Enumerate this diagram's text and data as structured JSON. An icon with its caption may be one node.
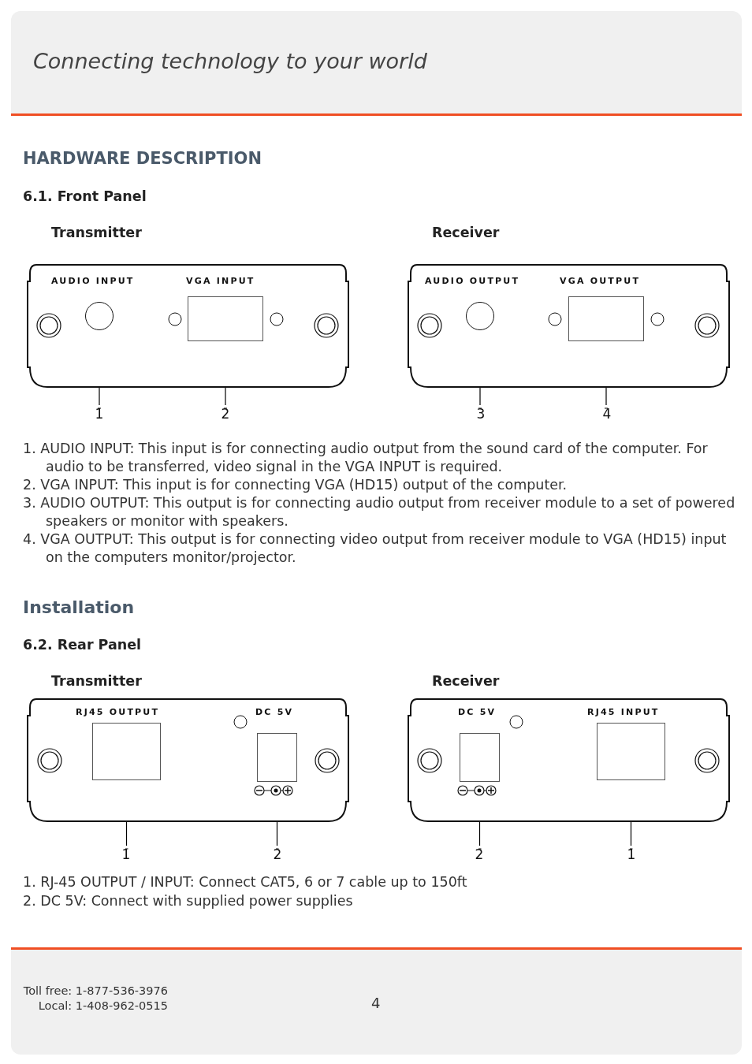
{
  "diagram": {
    "title": "HARDWARE DESCRIPTION",
    "nodes": [
      {
        "text": [
          "AUDIO INPUT",
          "VGA INPUT"
        ]
      },
      {
        "text": [],
        "shape": "circle",
        "in": 0
      },
      {
        "text": [],
        "shape": "box",
        "in": 0
      },
      {
        "text": [
          "AUDIO OUTPUT",
          "VGA OUTPUT"
        ]
      },
      {
        "text": [],
        "shape": "circle",
        "in": 3
      },
      {
        "text": [],
        "shape": "box",
        "in": 3
      },
      {
        "text": [
          "1"
        ]
      },
      {
        "text": [
          "2"
        ]
      },
      {
        "text": [
          "3"
        ]
      },
      {
        "text": [
          "4"
        ]
      },
      {
        "text": [
          "RJ45 OUTPUT",
          "DC 5V"
        ]
      },
      {
        "text": [],
        "shape": "box",
        "in": 10
      },
      {
        "text": [],
        "shape": "box",
        "in": 10
      },
      {
        "text": [
          "DC 5V",
          "RJ45 INPUT"
        ]
      },
      {
        "text": [],
        "shape": "box",
        "in": 13
      },
      {
        "text": [],
        "shape": "box",
        "in": 13
      },
      {
        "text": [
          "1"
        ]
      },
      {
        "text": [
          "2"
        ]
      },
      {
        "text": [
          "2"
        ]
      },
      {
        "text": [
          "1"
        ]
      }
    ],
    "edges": [
      {
        "from": 6,
        "to": 1,
        "arrow": "other"
      },
      {
        "from": 7,
        "to": 2,
        "arrow": "other"
      },
      {
        "from": 8,
        "to": 4,
        "arrow": "other"
      },
      {
        "from": 9,
        "to": 5,
        "arrow": "other"
      },
      {
        "from": 16,
        "to": 11,
        "arrow": "other"
      },
      {
        "from": 17,
        "to": 12,
        "arrow": "other"
      },
      {
        "from": 18,
        "to": 14,
        "arrow": "other"
      },
      {
        "from": 19,
        "to": 15,
        "arrow": "other"
      }
    ],
    "labels": [
      "Connecting technology to your world",
      "6.1. Front Panel",
      "Transmitter",
      "Receiver",
      "1. AUDIO INPUT: This input is for connecting audio output from the sound card of the computer. For audio to be transferred, video signal in the VGA INPUT is required.",
      "2. VGA INPUT: This input is for connecting VGA (HD15) output of the computer.",
      "3. AUDIO OUTPUT: This output is for connecting audio output from receiver module to a set of powered speakers or monitor with speakers.",
      "4. VGA OUTPUT: This output is for connecting video output from receiver module to VGA (HD15) input on the computers monitor/projector.",
      "Installation",
      "6.2. Rear Panel",
      "Transmitter",
      "Receiver",
      "1. RJ-45 OUTPUT / INPUT: Connect CAT5, 6 or 7 cable up to 150ft",
      "2. DC 5V: Connect with supplied power supplies",
      "Toll free: 1-877-536-3976",
      "Local: 1-408-962-0515",
      "4"
    ]
  }
}
